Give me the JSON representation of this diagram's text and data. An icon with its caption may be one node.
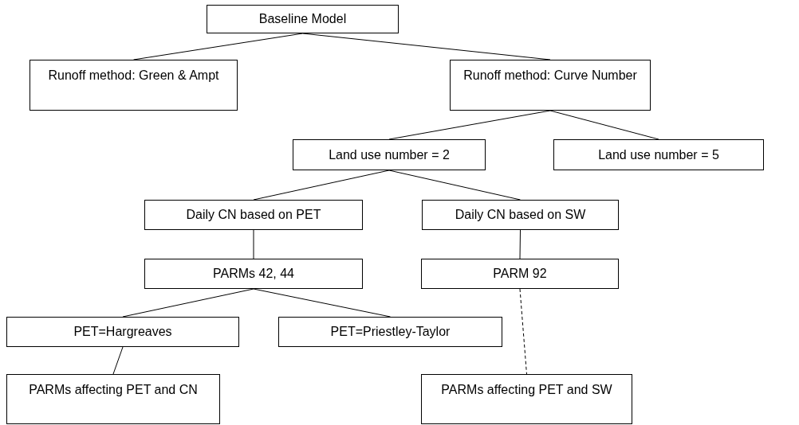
{
  "diagram": {
    "nodes": [
      {
        "text": [
          "Baseline Model"
        ]
      },
      {
        "text": [
          "Runoff method: Green & Ampt"
        ]
      },
      {
        "text": [
          "Runoff method: Curve Number"
        ]
      },
      {
        "text": [
          "Land use number = 2"
        ]
      },
      {
        "text": [
          "Land use number = 5"
        ]
      },
      {
        "text": [
          "Daily CN based on PET"
        ]
      },
      {
        "text": [
          "Daily CN based on SW"
        ]
      },
      {
        "text": [
          "PARMs 42, 44"
        ]
      },
      {
        "text": [
          "PARM 92"
        ]
      },
      {
        "text": [
          "PET=Hargreaves"
        ]
      },
      {
        "text": [
          "PET=Priestley-Taylor"
        ]
      },
      {
        "text": [
          "PARMs affecting PET and CN"
        ]
      },
      {
        "text": [
          "PARMs affecting PET and SW"
        ]
      }
    ],
    "edges": [
      {
        "from": 0,
        "to": 1,
        "arrow": "none"
      },
      {
        "from": 0,
        "to": 2,
        "arrow": "none"
      },
      {
        "from": 2,
        "to": 3,
        "arrow": "none"
      },
      {
        "from": 2,
        "to": 4,
        "arrow": "none"
      },
      {
        "from": 3,
        "to": 5,
        "arrow": "none"
      },
      {
        "from": 3,
        "to": 6,
        "arrow": "none"
      },
      {
        "from": 5,
        "to": 7,
        "arrow": "none"
      },
      {
        "from": 6,
        "to": 8,
        "arrow": "none"
      },
      {
        "from": 7,
        "to": 9,
        "arrow": "none"
      },
      {
        "from": 7,
        "to": 10,
        "arrow": "none"
      },
      {
        "from": 9,
        "to": 11,
        "arrow": "none"
      },
      {
        "from": 8,
        "to": 12,
        "arrow": "none",
        "style": "dashed"
      }
    ]
  }
}
